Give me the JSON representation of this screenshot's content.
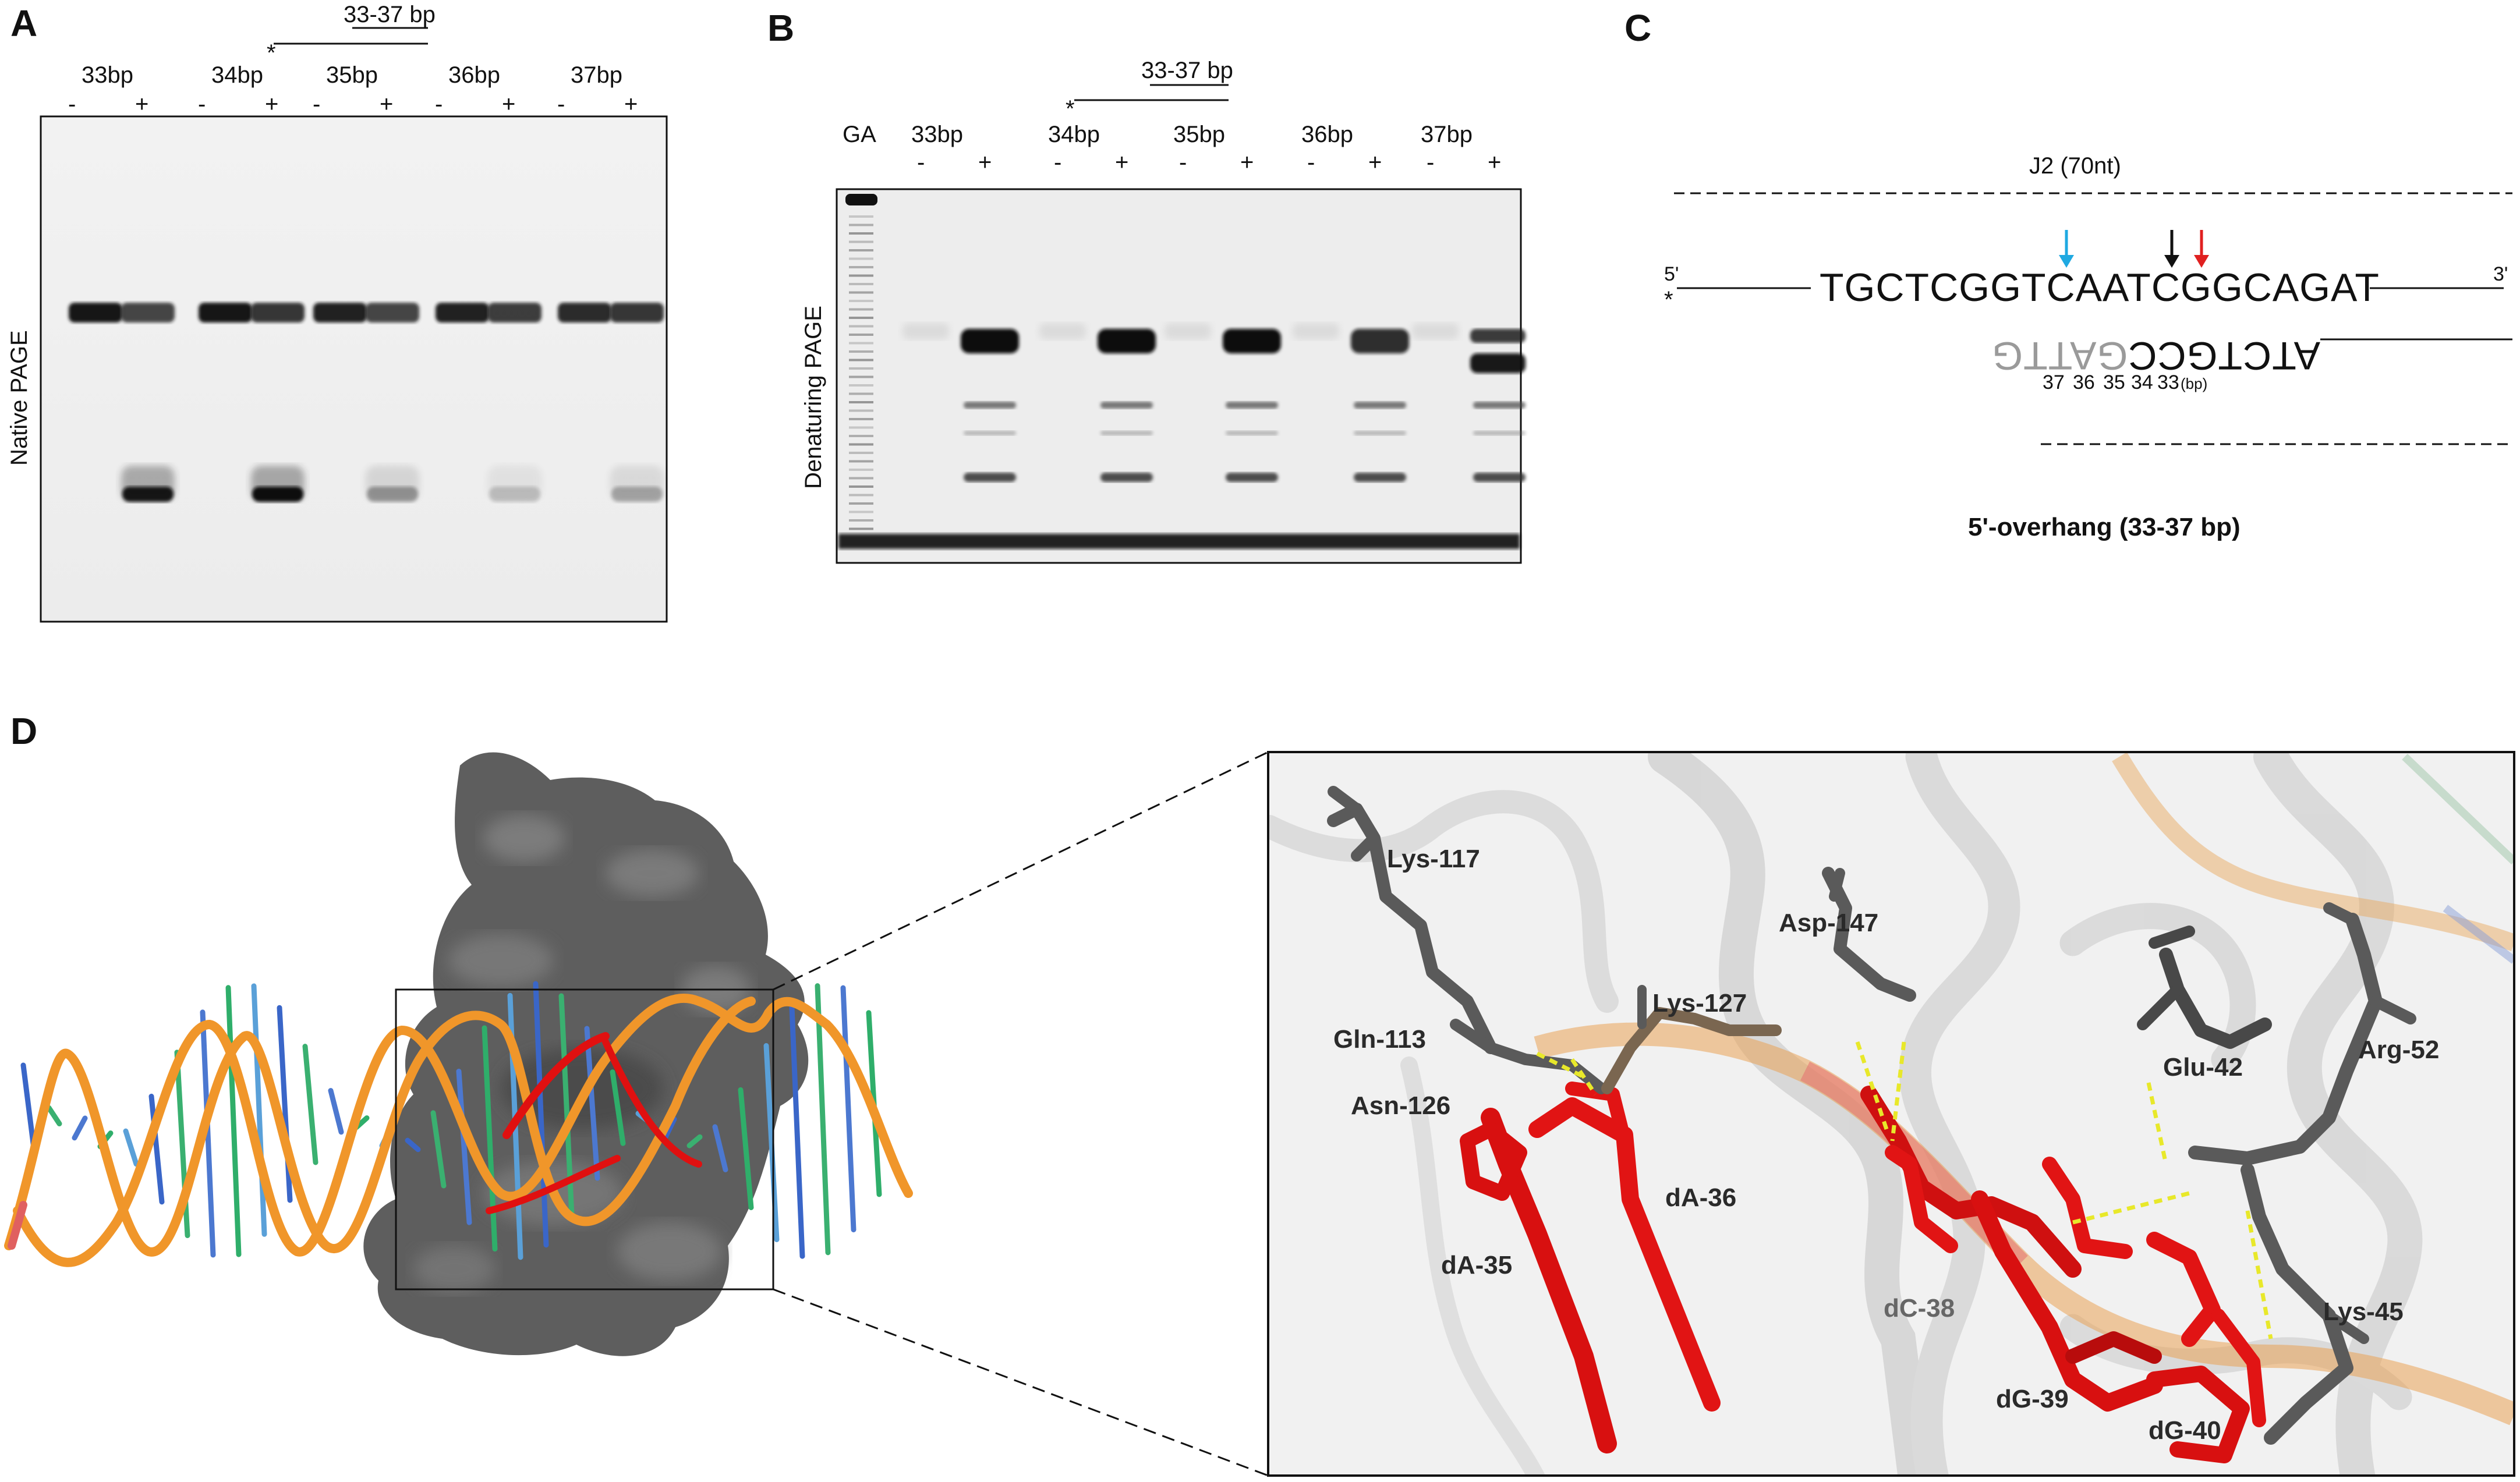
{
  "panelA": {
    "label": "A",
    "bracket": "33-37 bp",
    "star": "*",
    "lanes": [
      "33bp",
      "34bp",
      "35bp",
      "36bp",
      "37bp"
    ],
    "minus": "-",
    "plus": "+",
    "gel_label": "Native PAGE"
  },
  "panelB": {
    "label": "B",
    "bracket": "33-37 bp",
    "star": "*",
    "ladder": "GA",
    "lanes": [
      "33bp",
      "34bp",
      "35bp",
      "36bp",
      "37bp"
    ],
    "minus": "-",
    "plus": "+",
    "gel_label": "Denaturing PAGE"
  },
  "panelC": {
    "label": "C",
    "title": "J2 (70nt)",
    "five_prime": "5'",
    "three_prime": "3'",
    "star": "*",
    "top_seq": "TGCTCGGTCAATCGGCAGAT",
    "bottom_seq_black": "ATCTGCC",
    "bottom_seq_gray": "GATTG",
    "positions": [
      "37",
      "36",
      "35",
      "34",
      "33"
    ],
    "positions_unit": "(bp)",
    "caption": "5'-overhang (33-37 bp)",
    "arrow_colors": {
      "cyan": "#1fa9e1",
      "black": "#111111",
      "red": "#e02020"
    }
  },
  "panelD": {
    "label": "D",
    "residues": {
      "lys117": "Lys-117",
      "gln113": "Gln-113",
      "lys127": "Lys-127",
      "asn126": "Asn-126",
      "asp147": "Asp-147",
      "glu42": "Glu-42",
      "arg52": "Arg-52",
      "da36": "dA-36",
      "da35": "dA-35",
      "dc38": "dC-38",
      "dg39": "dG-39",
      "dg40": "dG-40",
      "lys45": "Lys-45"
    },
    "colors": {
      "protein": "#5a5a5a",
      "dna": "#f0962a",
      "highlight": "#e01010",
      "hbond": "#e8e82a"
    }
  }
}
